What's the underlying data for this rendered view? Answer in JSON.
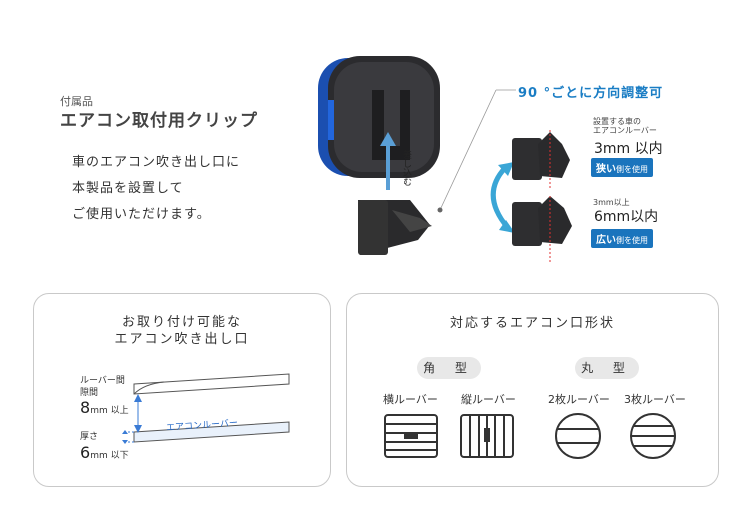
{
  "header": {
    "subtitle": "付属品",
    "title": "エアコン取付用クリップ",
    "description": [
      "車のエアコン吹き出し口に",
      "本製品を設置して",
      "ご使用いただけます。"
    ]
  },
  "diagram": {
    "insert_label": "差し込む",
    "rotation_title": "90 °ごとに方向調整可",
    "narrow": {
      "note": "設置する車の\nエアコンルーバー",
      "size": "3mm 以内",
      "tag_strong": "狭い",
      "tag_rest": "側を使用"
    },
    "wide": {
      "note": "3mm以上",
      "size": "6mm以内",
      "tag_strong": "広い",
      "tag_rest": "側を使用"
    }
  },
  "left_panel": {
    "title_line1": "お取り付け可能な",
    "title_line2": "エアコン吹き出し口",
    "gap_label": "ルーバー間\n隙間",
    "gap_value": "8",
    "gap_unit": "mm 以上",
    "thick_label": "厚さ",
    "thick_value": "6",
    "thick_unit": "mm 以下",
    "louver_label": "エアコンルーバー"
  },
  "right_panel": {
    "title": "対応するエアコン口形状",
    "square_label": "角 型",
    "round_label": "丸 型",
    "shapes": [
      "横ルーバー",
      "縦ルーバー",
      "2枚ルーバー",
      "3枚ルーバー"
    ]
  },
  "colors": {
    "accent": "#1a7dc4",
    "tag": "#1a74bd",
    "pill": "#e8e8e8",
    "border": "#c9c9c9"
  }
}
